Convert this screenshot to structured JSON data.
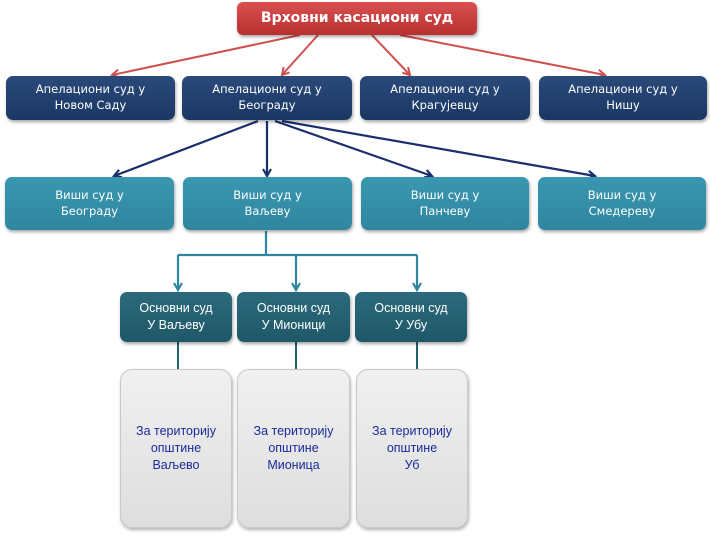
{
  "title": "Врховни касациони суд",
  "appellate_courts": [
    {
      "line1": "Апелациони суд у",
      "line2": "Новом Саду"
    },
    {
      "line1": "Апелациони суд у",
      "line2": "Београду"
    },
    {
      "line1": "Апелациони суд у",
      "line2": "Крагујевцу"
    },
    {
      "line1": "Апелациони суд у",
      "line2": "Нишу"
    }
  ],
  "higher_courts": [
    {
      "line1": "Виши суд у",
      "line2": "Београду"
    },
    {
      "line1": "Виши суд у",
      "line2": "Ваљеву"
    },
    {
      "line1": "Виши суд у",
      "line2": "Панчеву"
    },
    {
      "line1": "Виши суд у",
      "line2": "Смедереву"
    }
  ],
  "basic_courts": [
    {
      "line1": "Основни суд",
      "line2": "У Ваљеву"
    },
    {
      "line1": "Основни суд",
      "line2": "У Мионици"
    },
    {
      "line1": "Основни суд",
      "line2": "У Убу"
    }
  ],
  "territories": [
    {
      "line1": "За територију",
      "line2": "општине",
      "line3": "Ваљево"
    },
    {
      "line1": "За територију",
      "line2": "општине",
      "line3": "Мионица"
    },
    {
      "line1": "За територију",
      "line2": "општине",
      "line3": "Уб"
    }
  ],
  "colors": {
    "supreme": "#c03a39",
    "appellate": "#1f3c6b",
    "higher": "#3390a8",
    "basic": "#24606f",
    "territory_text": "#1a2a9a",
    "red_arrow": "#d05050",
    "navy_arrow": "#1b2f6e",
    "teal_line": "#2f86a0"
  }
}
